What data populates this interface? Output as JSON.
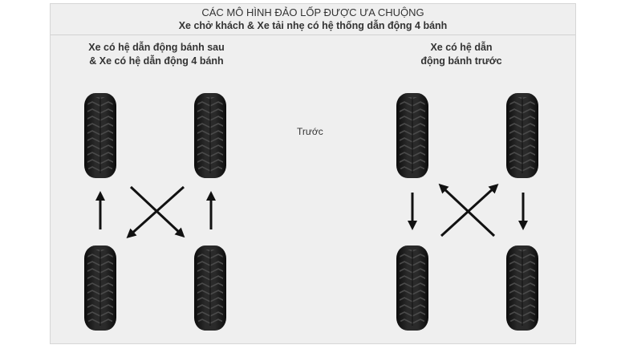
{
  "header": {
    "title": "CÁC MÔ HÌNH ĐẢO LỐP ĐƯỢC ƯA CHUỘNG",
    "subtitle": "Xe chở khách & Xe tải nhẹ có hệ thống dẫn động 4 bánh"
  },
  "left_pattern": {
    "label_line1": "Xe có hệ dẫn động bánh sau",
    "label_line2": "& Xe có hệ dẫn động 4 bánh",
    "arrows": "rear tyres move straight forward; front tyres cross to opposite rear"
  },
  "center": {
    "front_label": "Trước"
  },
  "right_pattern": {
    "label_line1": "Xe có hệ dẫn",
    "label_line2": "động bánh trước",
    "arrows": "front tyres move straight back; rear tyres cross to opposite front"
  },
  "colors": {
    "panel": "#efefef",
    "tire": "#1a1a1a",
    "tread": "#3a3a3a",
    "arrow": "#111111"
  }
}
